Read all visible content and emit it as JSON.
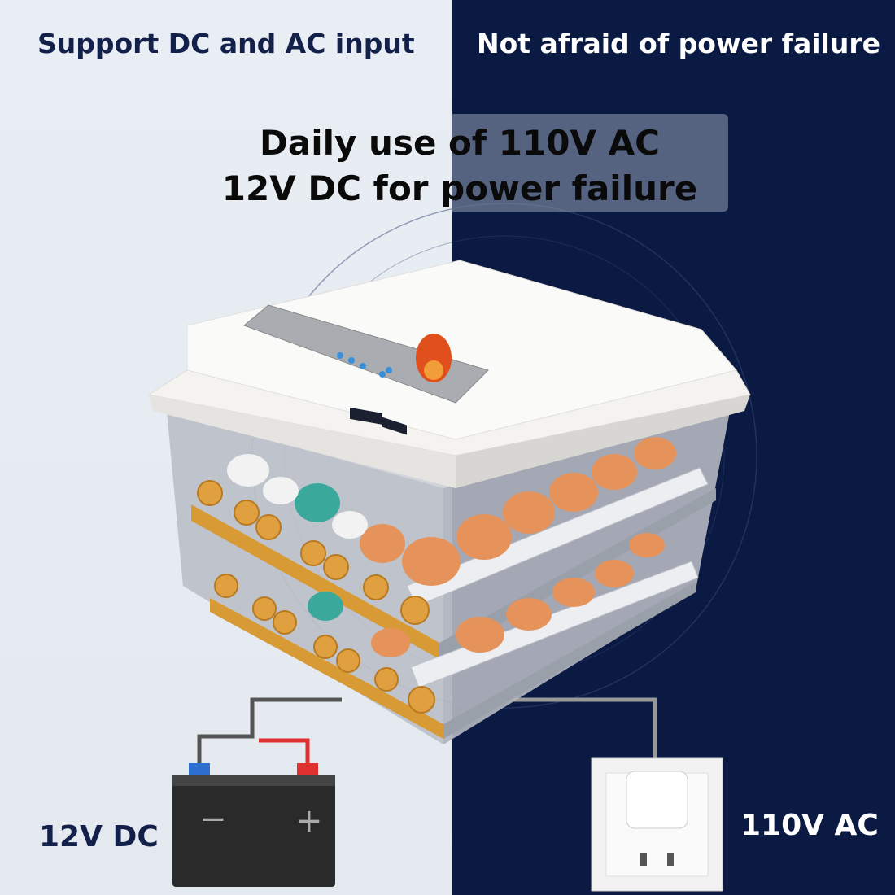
{
  "headline_left": "Support DC and AC input",
  "headline_right": "Not afraid of power failure",
  "center_banner": {
    "line1": "Daily use of 110V AC",
    "line2": "12V DC for power failure"
  },
  "labels": {
    "dc": "12V DC",
    "ac": "110V AC"
  },
  "battery": {
    "minus": "−",
    "plus": "+"
  },
  "colors": {
    "left_bg": "#e9eef4",
    "right_bg": "#0b1a42",
    "accent_navy": "#12204a",
    "egg_orange": "#e8965a"
  }
}
